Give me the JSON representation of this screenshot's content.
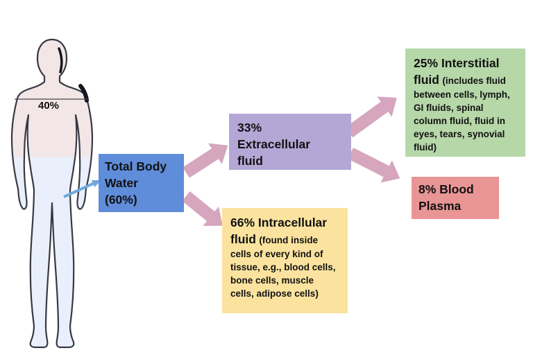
{
  "body_figure": {
    "percent_label": "40%"
  },
  "boxes": {
    "total_body_water": {
      "text": "Total Body\nWater\n(60%)",
      "bg": "#5f8dda"
    },
    "extracellular": {
      "text": "33%\nExtracellular\nfluid",
      "bg": "#b4a7d6"
    },
    "intracellular": {
      "title": "66% Intracellular fluid",
      "detail": "(found inside cells of every kind of tissue, e.g., blood cells, bone cells, muscle cells, adipose cells)",
      "bg": "#fbe39f"
    },
    "interstitial": {
      "title": "25% Interstitial fluid",
      "detail": "(includes fluid between cells, lymph, GI fluids, spinal column fluid, fluid in eyes, tears, synovial fluid)",
      "bg": "#b6d7a8"
    },
    "blood_plasma": {
      "text": "8% Blood\nPlasma",
      "bg": "#ea9595"
    }
  },
  "colors": {
    "flow_arrow": "#d5a6bd",
    "pointer_arrow": "#6fa8dc",
    "body_upper_fill": "#f2e6e6",
    "body_water_fill": "#e9f0fb",
    "body_outline": "#383844",
    "text": "#111111"
  }
}
